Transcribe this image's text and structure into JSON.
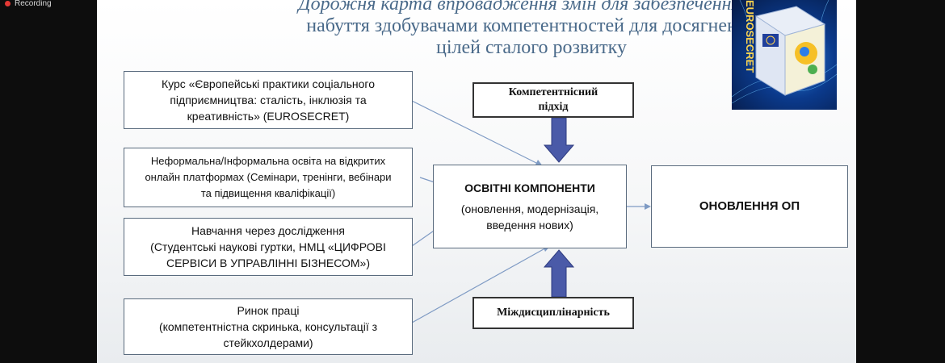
{
  "recording": {
    "label": "Recording"
  },
  "slide": {
    "title_line1": "Дорожня карта впровадження змін для забезпечення",
    "title_line2": "набуття здобувачами компетентностей для досягнення",
    "title_line3": "цілей сталого розвитку"
  },
  "left_boxes": [
    {
      "lines": [
        "Курс «Європейські практики соціального",
        "підприємництва: сталість, інклюзія та",
        "креативність» (EUROSECRET)"
      ]
    },
    {
      "lines": [
        "Неформальна/Інформальна освіта на відкритих",
        "онлайн платформах (Семінари, тренінги, вебінари",
        "та підвищення кваліфікації)"
      ]
    },
    {
      "lines": [
        "Навчання через дослідження",
        "(Студентські наукові гуртки, НМЦ «ЦИФРОВІ",
        "СЕРВІСИ В УПРАВЛІННІ БІЗНЕСОМ»)"
      ]
    },
    {
      "lines": [
        "Ринок праці",
        "(компетентністна скринька, консультації з",
        "стейкхолдерами)"
      ]
    }
  ],
  "center_box": {
    "heading": "ОСВІТНІ КОМПОНЕНТИ",
    "line2": "(оновлення, модернізація,",
    "line3": "введення нових)"
  },
  "top_box": {
    "line1": "Компетентнісний",
    "line2": "підхід"
  },
  "bottom_box": {
    "label": "Міждисциплінарність"
  },
  "right_box": {
    "label": "ОНОВЛЕННЯ ОП"
  },
  "logo": {
    "text": "EUROSECRET"
  },
  "colors": {
    "arrow_fill": "#4a5aa8",
    "connector": "#7f9bc4",
    "title": "#4a6a8a"
  }
}
